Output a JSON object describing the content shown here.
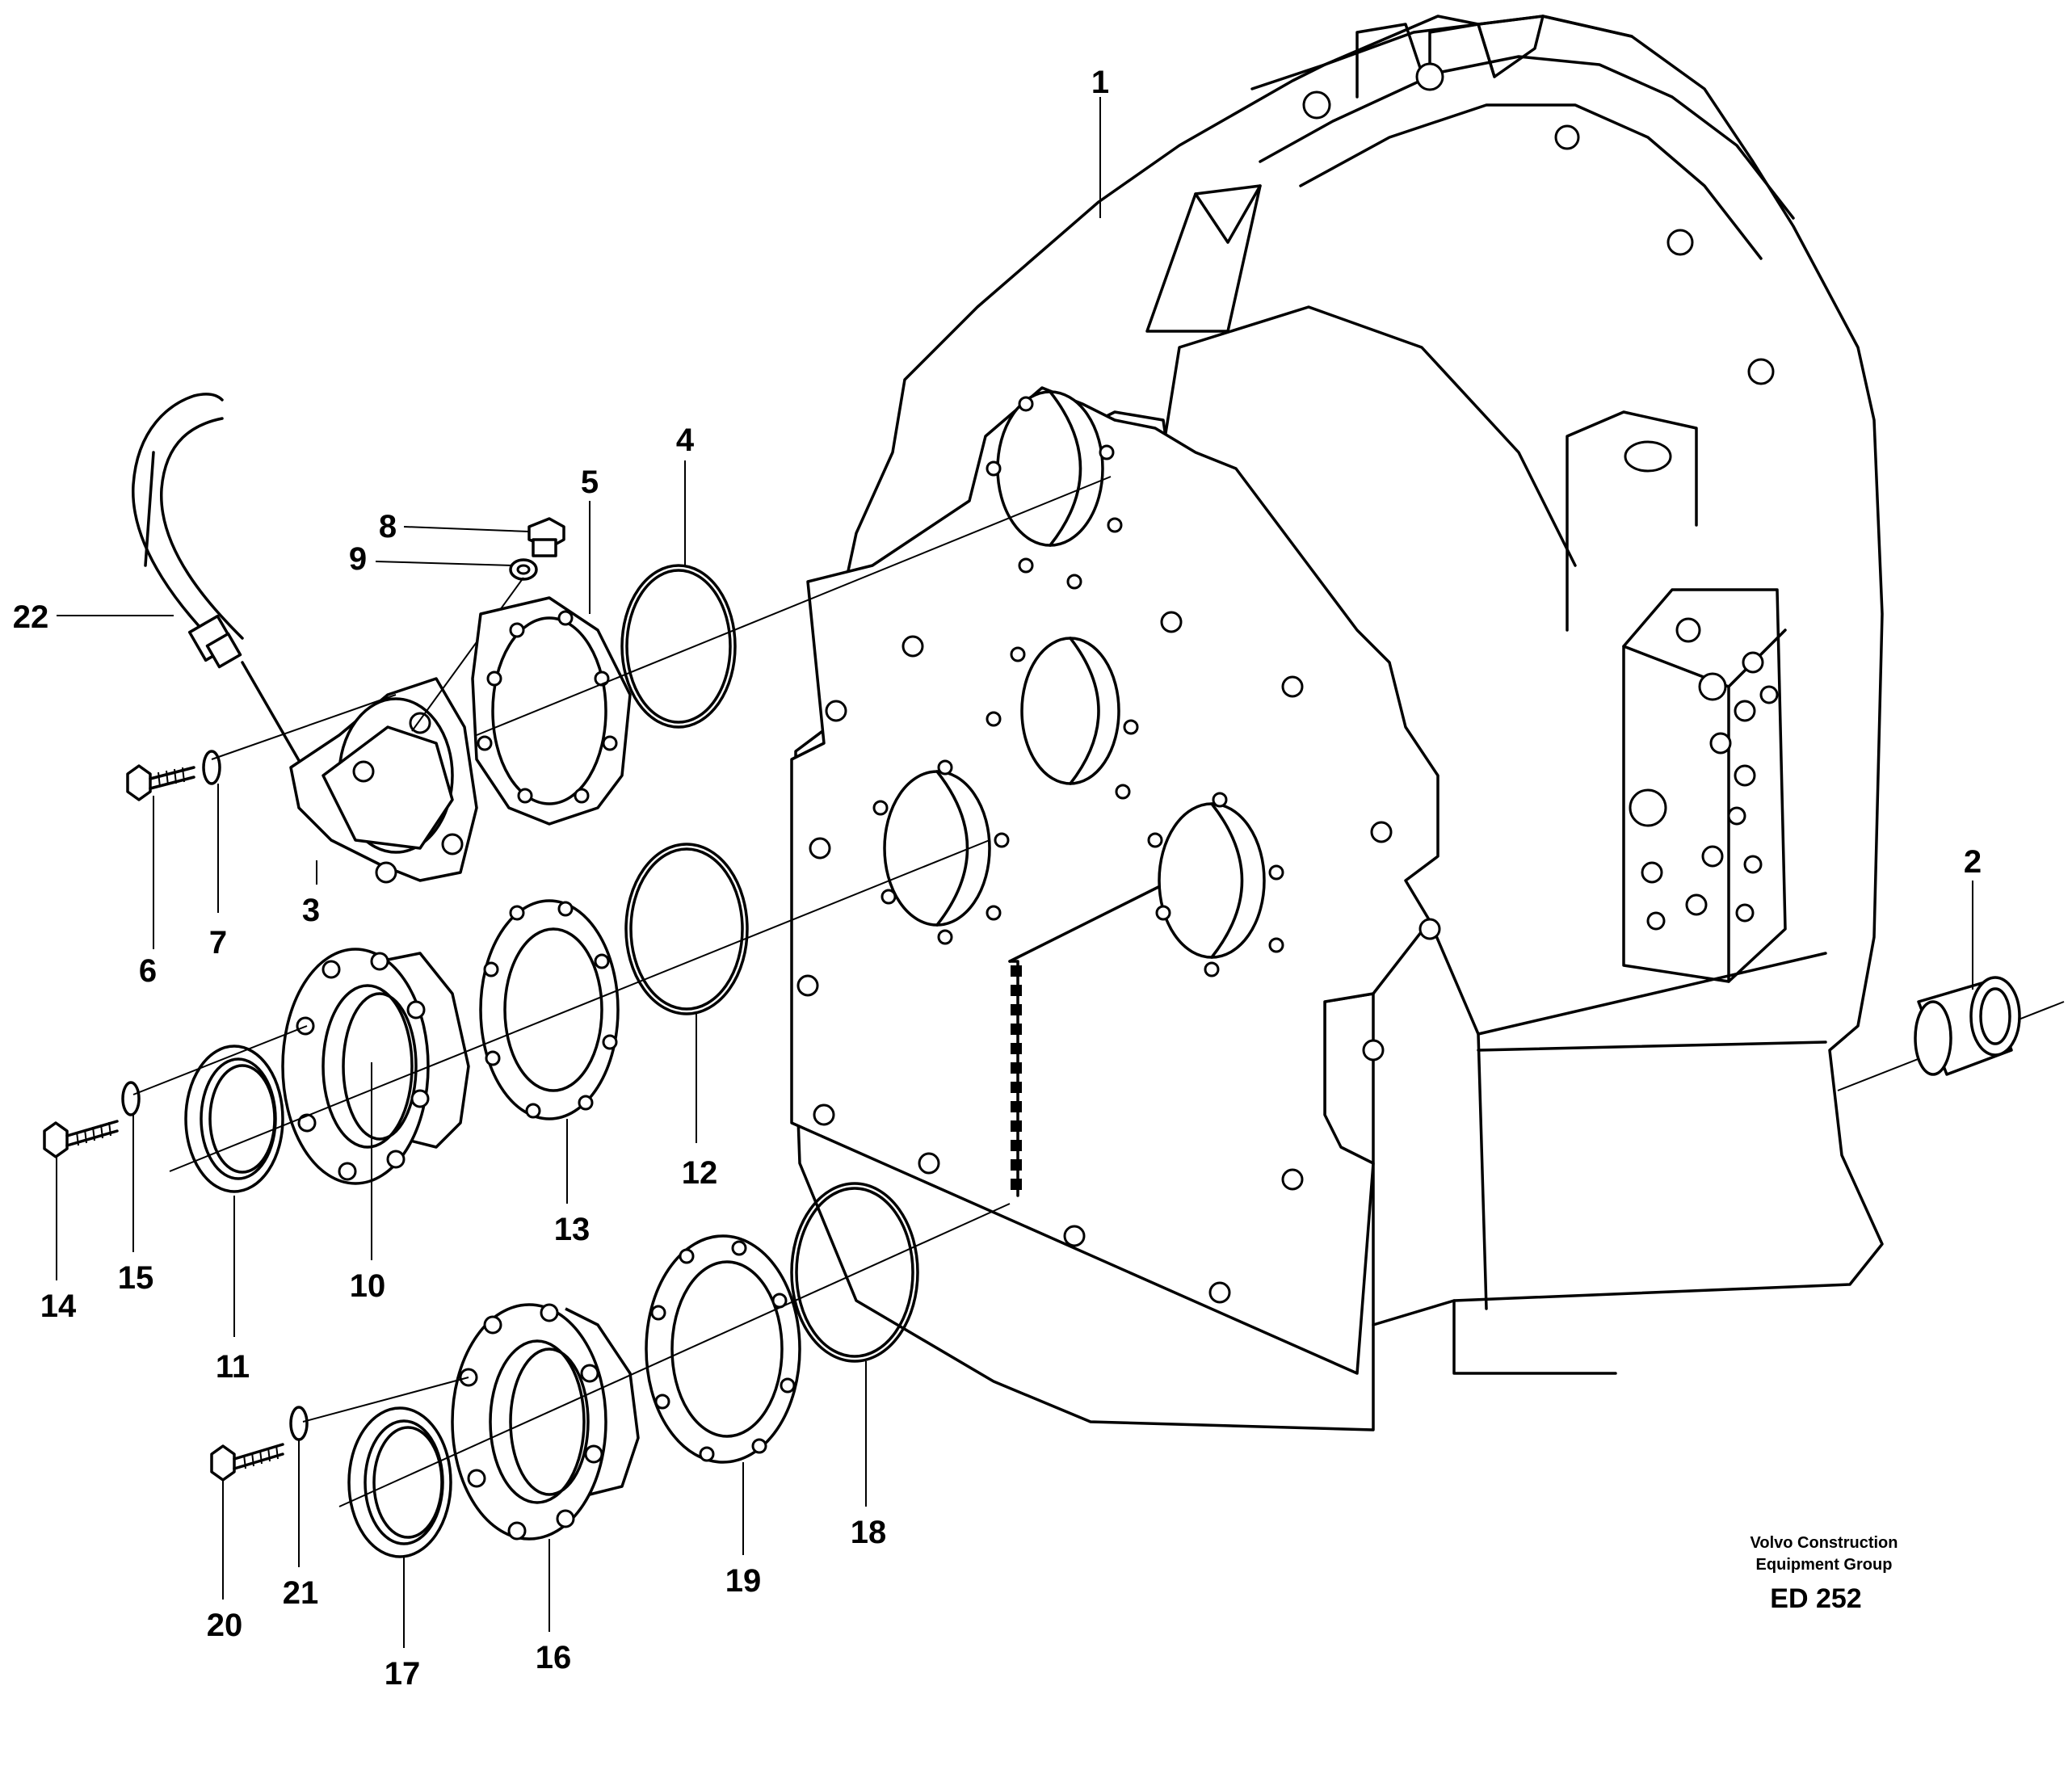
{
  "figure": {
    "part_labels": [
      "1",
      "2",
      "3",
      "4",
      "5",
      "6",
      "7",
      "8",
      "9",
      "10",
      "11",
      "12",
      "13",
      "14",
      "15",
      "16",
      "17",
      "18",
      "19",
      "20",
      "21",
      "22"
    ],
    "credit_line_1": "Volvo Construction",
    "credit_line_2": "Equipment Group",
    "figure_code": "ED 252"
  }
}
